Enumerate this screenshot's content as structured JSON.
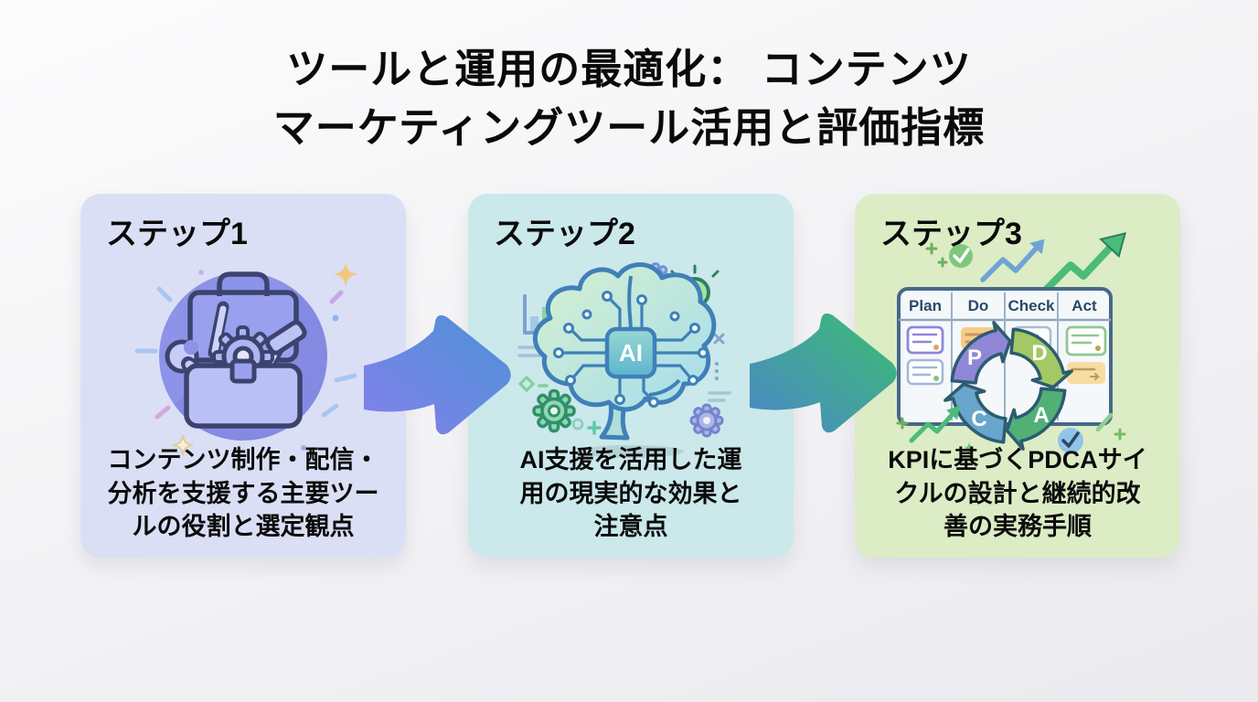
{
  "title": "ツールと運用の最適化： コンテンツ\nマーケティングツール活用と評価指標",
  "steps": [
    {
      "label": "ステップ1",
      "description": "コンテンツ制作・配信・\n分析を支援する主要ツー\nルの役割と選定観点",
      "icon": "toolbox",
      "card_color": "#dbdff5"
    },
    {
      "label": "ステップ2",
      "description": "AI支援を活用した運\n用の現実的な効果と\n注意点",
      "icon": "ai-brain",
      "card_color": "#cbe8eb"
    },
    {
      "label": "ステップ3",
      "description": "KPIに基づくPDCAサイ\nクルの設計と継続的改\n善の実務手順",
      "icon": "pdca-cycle",
      "card_color": "#dcecc5"
    }
  ],
  "icons": {
    "ai_chip_label": "AI",
    "pdca_columns": [
      "Plan",
      "Do",
      "Check",
      "Act"
    ],
    "pdca_letters": [
      "P",
      "D",
      "C",
      "A"
    ]
  },
  "colors": {
    "background": "#f2f2f5",
    "title_text": "#0a0a0a",
    "arrow1_gradient": [
      "#8480ec",
      "#4d92d6"
    ],
    "arrow2_gradient": [
      "#4b87c8",
      "#3cbd71"
    ],
    "toolbox_circle": "#8c93e8",
    "pdca_segment_colors": [
      "#8f87d6",
      "#a4c863",
      "#6aa5ce",
      "#52b077"
    ]
  }
}
